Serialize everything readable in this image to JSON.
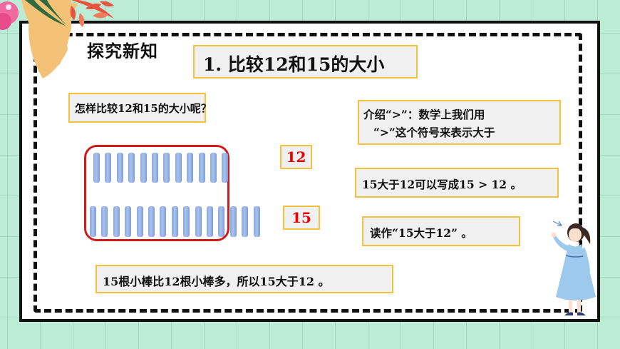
{
  "slide": {
    "section_title": "探究新知",
    "title": "1. 比较12和15的大小",
    "question": "怎样比较12和15的大小呢？",
    "intro_line1": "介绍“>”：数学上我们用",
    "intro_line2": "“>”这个符号来表示大于",
    "write_as": "15大于12可以写成15 > 12 。",
    "read_as": "读作“15大于12” 。",
    "conclusion": "15根小棒比12根小棒多，所以15大于12 。",
    "label_12": "12",
    "label_15": "15"
  },
  "sticks": {
    "top_row_count": 12,
    "bottom_row_count": 15,
    "top_row_label": "12",
    "bottom_row_label": "15",
    "stick_color": "#8fb0e6",
    "highlight_box_color": "#d11a1a"
  },
  "colors": {
    "background": "#bcecd6",
    "box_border": "#f2c23c",
    "box_fill": "#f0f0f0",
    "number_text": "#e00000"
  },
  "decorations": {
    "top_left": "flower-leaf-decoration",
    "bottom_right": "teacher-illustration"
  }
}
